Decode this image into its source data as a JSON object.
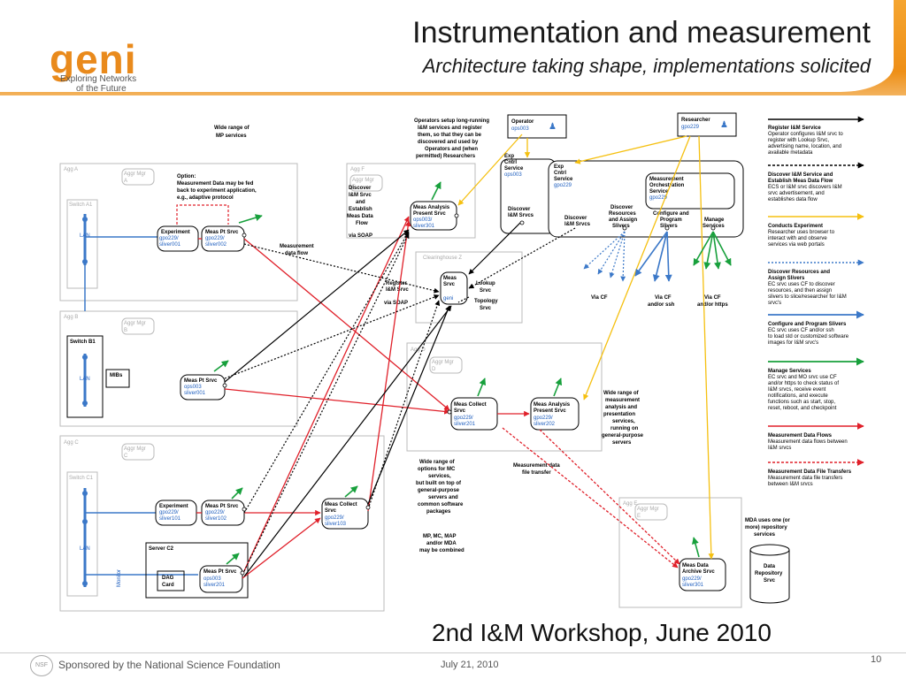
{
  "header": {
    "logo": "geni",
    "logo_sub1": "Exploring Networks",
    "logo_sub2": "of the Future",
    "title": "Instrumentation and measurement",
    "subtitle": "Architecture taking shape, implementations solicited"
  },
  "footer": {
    "sponsor": "Sponsored by the National Science Foundation",
    "date": "July 21, 2010",
    "page": "10",
    "workshop": "2nd  I&M Workshop, June 2010"
  },
  "diagram": {
    "wide_mp": [
      "Wide range of",
      "MP services"
    ],
    "option": [
      "Option:",
      "Measurement Data may be fed",
      "back to experiment application,",
      "e.g., adaptive protocol"
    ],
    "operators_note": [
      "Operators setup long-running",
      "I&M services and register",
      "them, so that they can be",
      "discovered and used by",
      "Operators and (when",
      "permitted) Researchers"
    ],
    "operator": {
      "label": "Operator",
      "id": "ops003"
    },
    "researcher": {
      "label": "Researcher",
      "id": "gpo229"
    },
    "agg_a": "Agg A",
    "agg_b": "Agg B",
    "agg_c": "Agg C",
    "agg_d": "Agg D",
    "agg_e": "Agg E",
    "agg_f": "Agg F",
    "aggmgr_a": [
      "Aggr Mgr",
      "A"
    ],
    "aggmgr_b": [
      "Aggr Mgr",
      "B"
    ],
    "aggmgr_c": [
      "Aggr Mgr",
      "C"
    ],
    "aggmgr_d": [
      "Aggr Mgr",
      "D"
    ],
    "aggmgr_e": [
      "Aggr Mgr",
      "E"
    ],
    "aggmgr_f": [
      "Aggr Mgr",
      "F"
    ],
    "switch_a1": "Switch A1",
    "switch_b1": "Switch B1",
    "switch_c1": "Switch C1",
    "lan": "LAN",
    "experiment_a": [
      "Experiment",
      "gpo229/",
      "sliver001"
    ],
    "mp_a": [
      "Meas Pt Srvc",
      "gpo229/",
      "sliver002"
    ],
    "meas_data_flow": [
      "Measurement",
      "data flow"
    ],
    "discover_note": [
      "Discover",
      "I&M Srvc",
      "and",
      "Establish",
      "Meas Data",
      "Flow"
    ],
    "via_soap": "via SOAP",
    "map_f": [
      "Meas Analysis",
      "Present Srvc",
      "ops003/",
      "sliver301"
    ],
    "exp_cntl_ops": [
      "Exp",
      "Cntrl",
      "Service",
      "ops003"
    ],
    "exp_cntl_gpo": [
      "Exp",
      "Cntrl",
      "Service",
      "gpo229"
    ],
    "mos": [
      "Measurement",
      "Orchestration",
      "Service",
      "gpo229"
    ],
    "discover_im_srvcs": [
      "Discover",
      "I&M Srvcs"
    ],
    "discover_resources": [
      "Discover",
      "Resources",
      "and Assign",
      "Slivers"
    ],
    "configure_program": [
      "Configure and",
      "Program",
      "Slivers"
    ],
    "manage_services": [
      "Manage",
      "Services"
    ],
    "clearinghouse": "Clearinghouse Z",
    "register": [
      "Register",
      "I&M Srvc"
    ],
    "via_soap2": "via SOAP",
    "ms_geni": [
      "Meas",
      "Srvc",
      "geni"
    ],
    "lookup": [
      "Lookup",
      "Srvc"
    ],
    "topology": [
      "Topology",
      "Srvc"
    ],
    "via_cf": "Via CF",
    "via_cf_ssh": [
      "Via CF",
      "and/or ssh"
    ],
    "via_cf_https": [
      "Via CF",
      "and/or https"
    ],
    "mibs": "MIBs",
    "mp_b": [
      "Meas Pt Srvc",
      "ops003",
      "sliver001"
    ],
    "mcs_d": [
      "Meas Collect",
      "Srvc",
      "gpo229/",
      "sliver201"
    ],
    "map_d": [
      "Meas Analysis",
      "Present Srvc",
      "gpo229/",
      "sliver202"
    ],
    "wide_analysis": [
      "Wide range of",
      "measurement",
      "analysis and",
      "presentation",
      "services,",
      "running on",
      "general-purpose",
      "servers"
    ],
    "wide_mc": [
      "Wide range of",
      "options for MC",
      "services,",
      "but built on top of",
      "general-purpose",
      "servers and",
      "common software",
      "packages"
    ],
    "file_transfer": [
      "Measurement data",
      "file transfer"
    ],
    "mp_mc_map": [
      "MP, MC, MAP",
      "and/or MDA",
      "may be combined"
    ],
    "experiment_c": [
      "Experiment",
      "gpo229/",
      "sliver101"
    ],
    "mp_c": [
      "Meas Pt Srvc",
      "gpo229/",
      "sliver102"
    ],
    "mcs_c": [
      "Meas Collect",
      "Srvc",
      "gpo229/",
      "sliver103"
    ],
    "server_c2": "Server C2",
    "dag": [
      "DAG",
      "Card"
    ],
    "monitor": "Monitor",
    "mp_c2": [
      "Meas Pt Srvc",
      "ops003",
      "sliver201"
    ],
    "mda_note": [
      "MDA uses one (or",
      "more) repository",
      "services"
    ],
    "archive": [
      "Meas Data",
      "Archive Srvc",
      "gpo229/",
      "sliver301"
    ],
    "repository": [
      "Data",
      "Repository",
      "Srvc"
    ]
  },
  "legend": {
    "l1": [
      "Register I&M Service",
      "  Operator configures I&M srvc to",
      "register with Lookup Srvc,",
      "advertising name, location, and",
      "available metadata"
    ],
    "l2": [
      "Discover I&M Service and",
      "Establish Meas Data Flow",
      "  ECS or I&M srvc discovers I&M",
      "srvc  advertisement, and",
      "establishes data flow"
    ],
    "l3": [
      "Conducts Experiment",
      "  Researcher uses browser to",
      "interact with and observe",
      "services via web portals"
    ],
    "l4": [
      "Discover Resources and",
      "Assign Slivers",
      "  EC srvc uses CF to discover",
      "resources, and then assign",
      "slivers to slice/researcher for I&M",
      "srvc's"
    ],
    "l5": [
      "Configure and Program Slivers",
      "  EC srvc uses CF and/or ssh",
      "to load std or customized software",
      "images for I&M srvc's"
    ],
    "l6": [
      "Manage Services",
      "  EC srvc and MO srvc use CF",
      "and/or https to check status of",
      "I&M srvcs, receive event",
      "notifications, and execute",
      "functions such as start, stop,",
      "reset, reboot, and checkpoint"
    ],
    "l7": [
      "Measurement Data Flows",
      "  Measurement data flows between",
      "I&M srvcs"
    ],
    "l8": [
      "Measurement Data File Transfers",
      "  Measurement data file transfers",
      "between I&M srvcs"
    ],
    "colors": {
      "black": "#000000",
      "yellow": "#f5c010",
      "blue": "#3b78c8",
      "green": "#18a03c",
      "red": "#e0202a",
      "grey": "#999999"
    }
  }
}
